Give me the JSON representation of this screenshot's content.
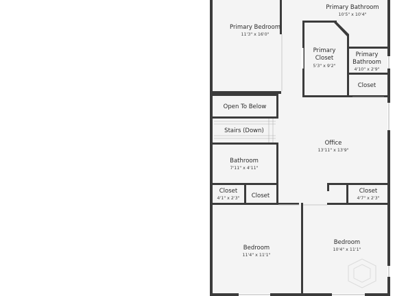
{
  "floor_plan": {
    "rooms": [
      {
        "id": "primary-bedroom",
        "name": "Primary Bedroom",
        "dims": "11'3\" x 16'0\""
      },
      {
        "id": "primary-bathroom-main",
        "name": "Primary Bathroom",
        "dims": "10'5\" x 10'4\""
      },
      {
        "id": "primary-closet",
        "name_lines": [
          "Primary",
          "Closet"
        ],
        "dims": "5'3\" x 9'2\""
      },
      {
        "id": "primary-bathroom-small",
        "name_lines": [
          "Primary",
          "Bathroom"
        ],
        "dims": "4'10\" x 2'9\""
      },
      {
        "id": "closet-upper",
        "name": "Closet"
      },
      {
        "id": "open-to-below",
        "name": "Open To Below"
      },
      {
        "id": "stairs",
        "name": "Stairs (Down)"
      },
      {
        "id": "office",
        "name": "Office",
        "dims": "13'11\" x 13'9\""
      },
      {
        "id": "bathroom",
        "name": "Bathroom",
        "dims": "7'11\" x 4'11\""
      },
      {
        "id": "closet-left",
        "name": "Closet",
        "dims": "4'1\" x 2'3\""
      },
      {
        "id": "closet-mid",
        "name": "Closet"
      },
      {
        "id": "closet-right",
        "name": "Closet",
        "dims": "4'7\" x 2'3\""
      },
      {
        "id": "bedroom-left",
        "name": "Bedroom",
        "dims": "11'4\" x 11'1\""
      },
      {
        "id": "bedroom-right",
        "name": "Bedroom",
        "dims": "10'4\" x 11'1\""
      }
    ],
    "colors": {
      "wall": "#3b3b3b",
      "floor": "#f4f4f4",
      "background": "#ffffff",
      "text": "#2a2a2a"
    }
  }
}
